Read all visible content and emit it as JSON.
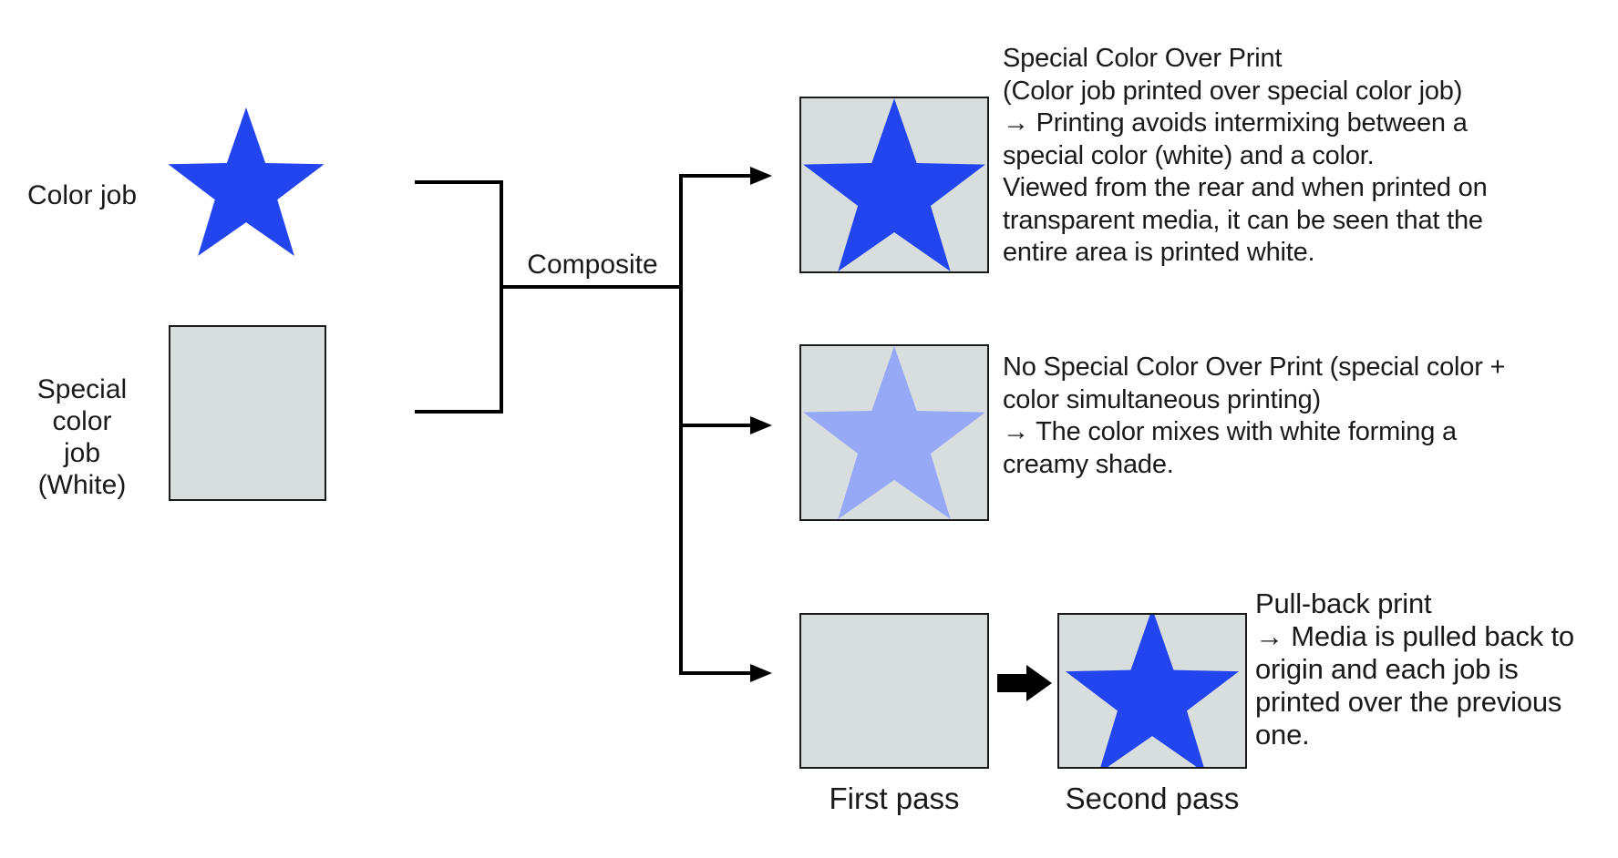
{
  "colors": {
    "color_job_blue": "#2345F0",
    "mixed_light_blue": "#97A9F6",
    "media_gray": "#D8DEDD",
    "line_black": "#000000",
    "text_black": "#1a1a1a"
  },
  "inputs": {
    "color_job": {
      "label": "Color job"
    },
    "special_color_job": {
      "label": "Special color\njob\n(White)"
    }
  },
  "composite_label": "Composite",
  "branches": [
    {
      "id": "special-color-over-print",
      "description": "Special Color Over Print\n(Color job printed over special color job)\n→ Printing avoids intermixing between a\nspecial color (white) and a color.\nViewed from the rear and when printed on\ntransparent media, it can be seen that the\nentire area is printed white."
    },
    {
      "id": "no-special-color-over-print",
      "description": "No Special Color Over Print (special color +\ncolor simultaneous printing)\n→ The color mixes with white forming a\ncreamy shade."
    },
    {
      "id": "pull-back-print",
      "description": "Pull-back print\n→ Media is pulled back to\norigin and each job is\nprinted over the previous\none.",
      "first_pass_label": "First pass",
      "second_pass_label": "Second pass"
    }
  ]
}
